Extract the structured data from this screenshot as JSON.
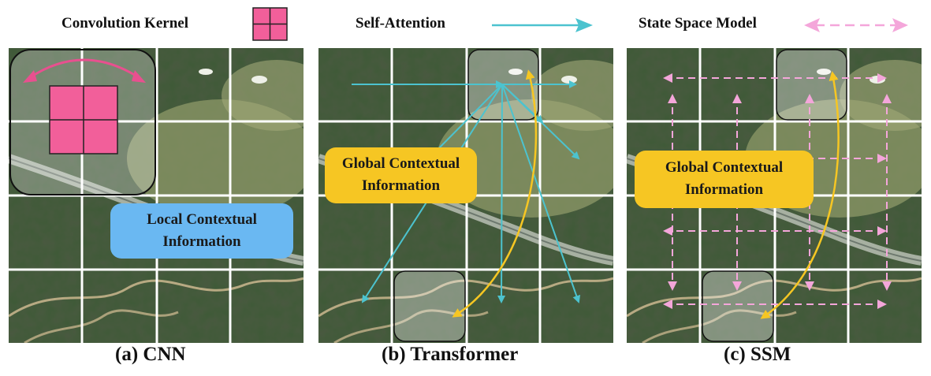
{
  "legend": {
    "conv_label": "Convolution Kernel",
    "attn_label": "Self-Attention",
    "ssm_label": "State Space Model"
  },
  "panels": [
    {
      "caption": "(a) CNN",
      "info_line1": "Local Contextual",
      "info_line2": "Information"
    },
    {
      "caption": "(b) Transformer",
      "info_line1": "Global Contextual",
      "info_line2": "Information"
    },
    {
      "caption": "(c) SSM",
      "info_line1": "Global Contextual",
      "info_line2": "Information"
    }
  ],
  "colors": {
    "kernel": "#f25f9a",
    "kernel_arc": "#e8508f",
    "attention": "#4cc3cf",
    "ssm": "#f4a6da",
    "local_box": "#6ab8f2",
    "global_box": "#f6c623",
    "grid": "#ffffff",
    "forest_dark": "#2f4a2c",
    "forest_light": "#6f8a5a"
  }
}
